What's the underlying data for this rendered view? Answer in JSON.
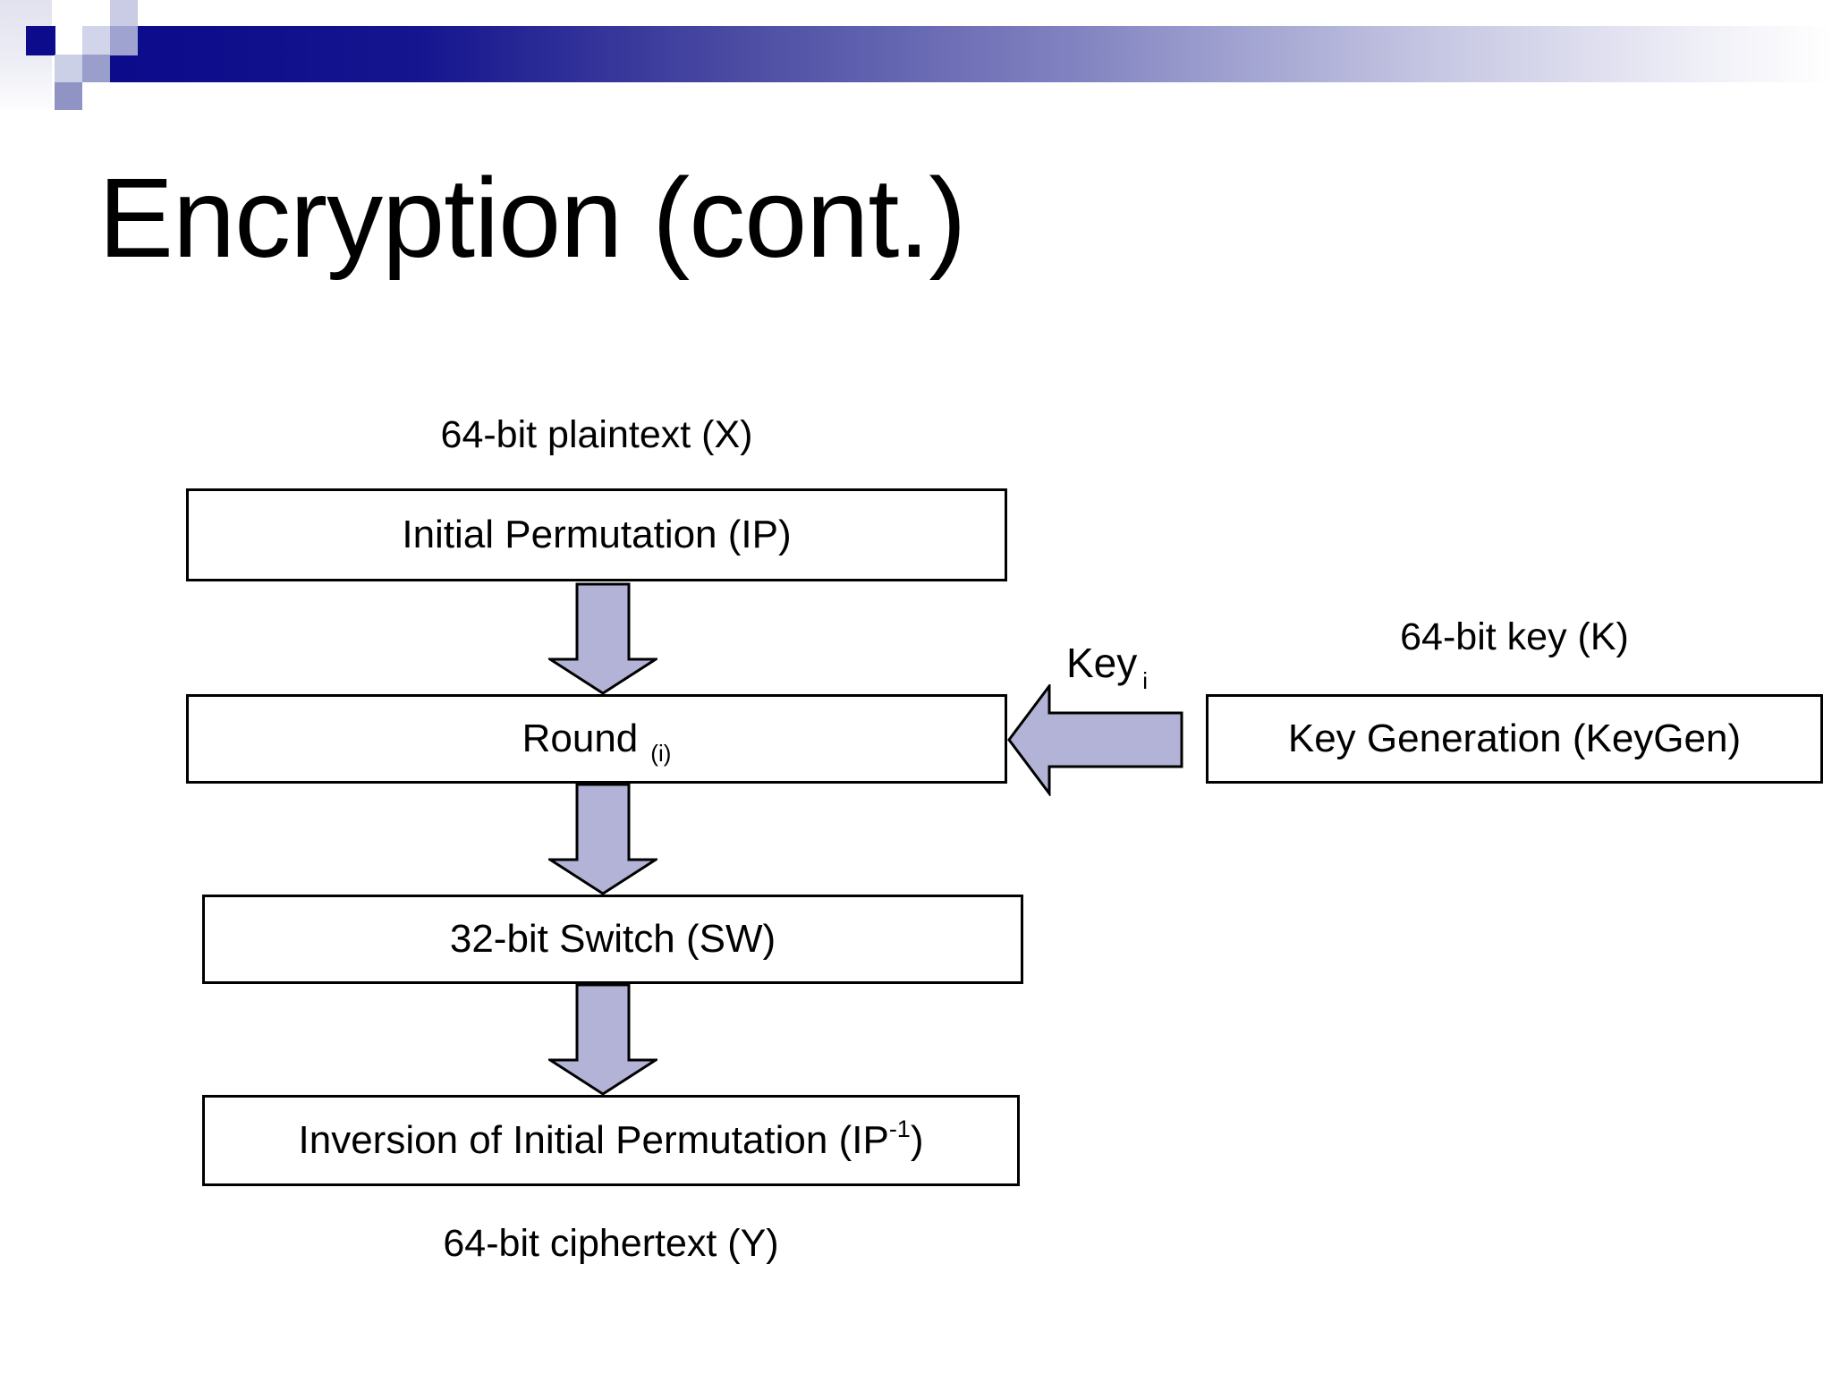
{
  "slide": {
    "title": "Encryption (cont.)"
  },
  "diagram": {
    "plaintext_label": "64-bit plaintext (X)",
    "key_label": "64-bit key (K)",
    "key_arrow_label": {
      "text": "Key",
      "subscript": "i"
    },
    "ciphertext_label": "64-bit ciphertext (Y)",
    "boxes": {
      "initial_permutation": {
        "label": "Initial Permutation (IP)"
      },
      "round": {
        "label": "Round",
        "subscript": "(i)"
      },
      "switch": {
        "label": "32-bit Switch (SW)"
      },
      "inversion": {
        "label_pre": "Inversion of Initial Permutation (IP",
        "superscript": "-1",
        "label_post": ")"
      },
      "key_generation": {
        "label": "Key Generation (KeyGen)"
      }
    }
  },
  "colors": {
    "banner_navy": "#0b0b8b",
    "banner_fade_end": "#ffffff",
    "arrow_fill": "#b3b3d7",
    "arrow_outline": "#000000",
    "box_border": "#000000",
    "box_fill": "#ffffff",
    "text": "#000000",
    "decor_squares": {
      "navy": "#0b0b8b",
      "light_a": "#d2d4e9",
      "medium_a": "#9fa3d0",
      "light_top": "#c9cce4",
      "light_b": "#ccd0e6",
      "medium_b": "#9a9ecb",
      "medium_c": "#9094c5"
    }
  }
}
